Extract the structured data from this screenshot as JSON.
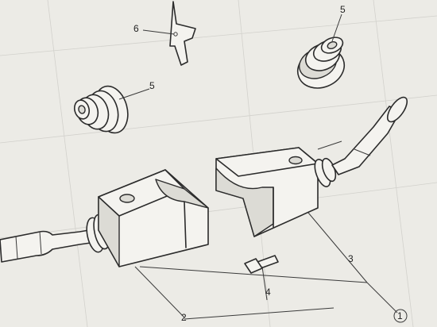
{
  "callouts": {
    "c1": "1",
    "c2": "2",
    "c3": "3",
    "c4": "4",
    "c5a": "5",
    "c5b": "5",
    "c6": "6"
  }
}
